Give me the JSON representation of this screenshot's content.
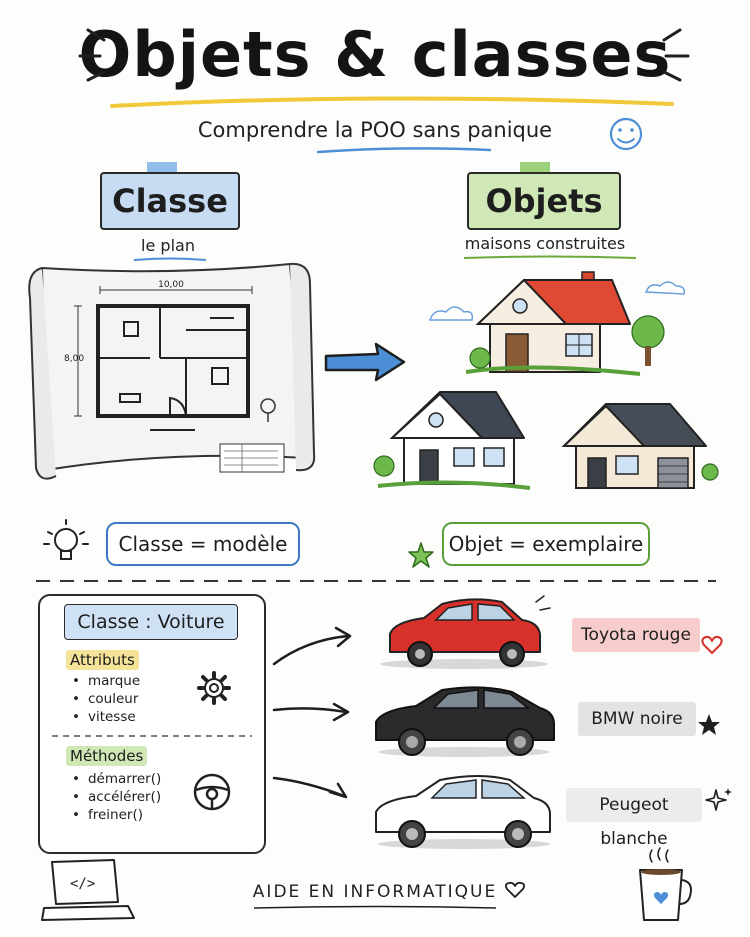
{
  "header": {
    "title": "Objets & classes",
    "subtitle": "Comprendre la POO sans panique"
  },
  "class_panel": {
    "label": "Classe",
    "caption": "le plan",
    "dim_width": "10,00",
    "dim_height": "8,00",
    "equation": "Classe = modèle"
  },
  "objects_panel": {
    "label": "Objets",
    "caption": "maisons construites",
    "equation": "Objet = exemplaire"
  },
  "car_class": {
    "title": "Classe : Voiture",
    "attributes_label": "Attributs",
    "attributes": [
      "marque",
      "couleur",
      "vitesse"
    ],
    "methods_label": "Méthodes",
    "methods": [
      "démarrer()",
      "accélérer()",
      "freiner()"
    ]
  },
  "cars": [
    {
      "label": "Toyota rouge",
      "color": "#d8312b",
      "tag_color": "#f6cccc"
    },
    {
      "label": "BMW noire",
      "color": "#2b2b2d",
      "tag_color": "#e3e3e3"
    },
    {
      "label": "Peugeot blanche",
      "color": "#ffffff",
      "tag_color": "#ececec"
    }
  ],
  "footer": {
    "text": "AIDE EN INFORMATIQUE"
  },
  "colors": {
    "class_blue": "#c7dcf2",
    "object_green": "#cfe8b6",
    "arrow_blue": "#4d8fd6",
    "title_underline": "#f0c93a"
  }
}
